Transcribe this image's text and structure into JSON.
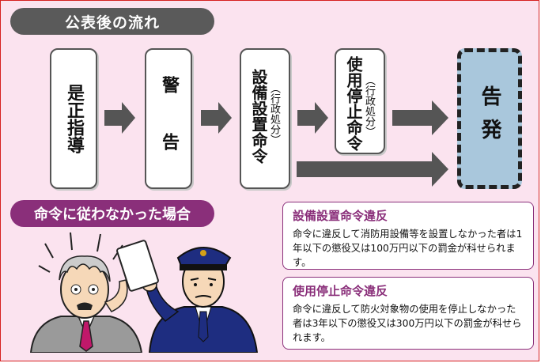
{
  "header": {
    "title": "公表後の流れ"
  },
  "flow": {
    "step1": {
      "label": "是正指導"
    },
    "step2": {
      "label": "警　告"
    },
    "step3": {
      "label": "設備設置命令",
      "sub": "（行政処分）"
    },
    "step4": {
      "label": "使用停止命令",
      "sub": "（行政処分）"
    },
    "final": {
      "label": "告発"
    }
  },
  "case": {
    "title": "命令に従わなかった場合"
  },
  "notes": [
    {
      "title": "設備設置命令違反",
      "body": "命令に違反して消防用設備等を設置しなかった者は1年以下の懲役又は100万円以下の罰金が科せられます。"
    },
    {
      "title": "使用停止命令違反",
      "body": "命令に違反して防火対象物の使用を停止しなかった者は3年以下の懲役又は300万円以下の罰金が科せられます。"
    }
  ],
  "colors": {
    "frame": "#d62020",
    "background": "#fbe3ef",
    "header": "#5a5a5a",
    "case": "#8a2f7a",
    "final": "#a9c7dc",
    "arrow": "#555555"
  }
}
